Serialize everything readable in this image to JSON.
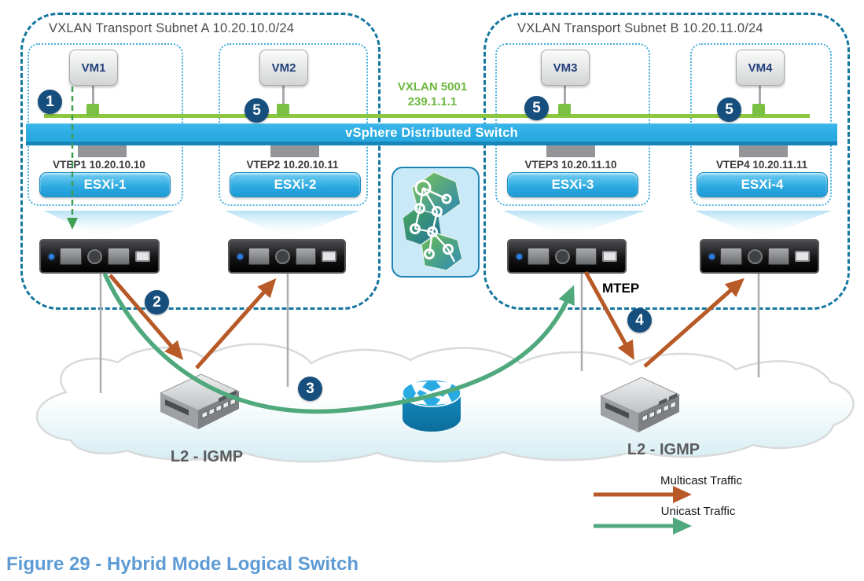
{
  "diagram": {
    "caption": "Figure 29 - Hybrid Mode Logical Switch",
    "subnet_a": {
      "title": "VXLAN Transport Subnet A 10.20.10.0/24"
    },
    "subnet_b": {
      "title": "VXLAN Transport Subnet B 10.20.11.0/24"
    },
    "vxlan_segment": {
      "id": "VXLAN 5001",
      "multicast_group": "239.1.1.1"
    },
    "vds": {
      "label": "vSphere Distributed Switch"
    },
    "hosts": [
      {
        "vm": "VM1",
        "vtep": "VTEP1 10.20.10.10",
        "esxi": "ESXi-1"
      },
      {
        "vm": "VM2",
        "vtep": "VTEP2 10.20.10.11",
        "esxi": "ESXi-2"
      },
      {
        "vm": "VM3",
        "vtep": "VTEP3 10.20.11.10",
        "esxi": "ESXi-3"
      },
      {
        "vm": "VM4",
        "vtep": "VTEP4 10.20.11.11",
        "esxi": "ESXi-4"
      }
    ],
    "markers": {
      "m1": "1",
      "m2": "2",
      "m3": "3",
      "m4": "4",
      "m5a": "5",
      "m5b": "5",
      "m5c": "5"
    },
    "physical_network": {
      "switch_left_label": "L2 - IGMP",
      "switch_right_label": "L2 - IGMP",
      "mtep_label": "MTEP"
    },
    "legend": {
      "multicast": "Multicast Traffic",
      "unicast": "Unicast Traffic"
    },
    "colors": {
      "multicast_orange": "#B85A27",
      "unicast_green": "#4FA97C",
      "vxlan_green": "#8DC63F",
      "vds_blue": "#29ABE2",
      "step_navy": "#164F7D",
      "subnet_dash_blue": "#15779F",
      "caption_blue": "#5E9BD5"
    }
  }
}
